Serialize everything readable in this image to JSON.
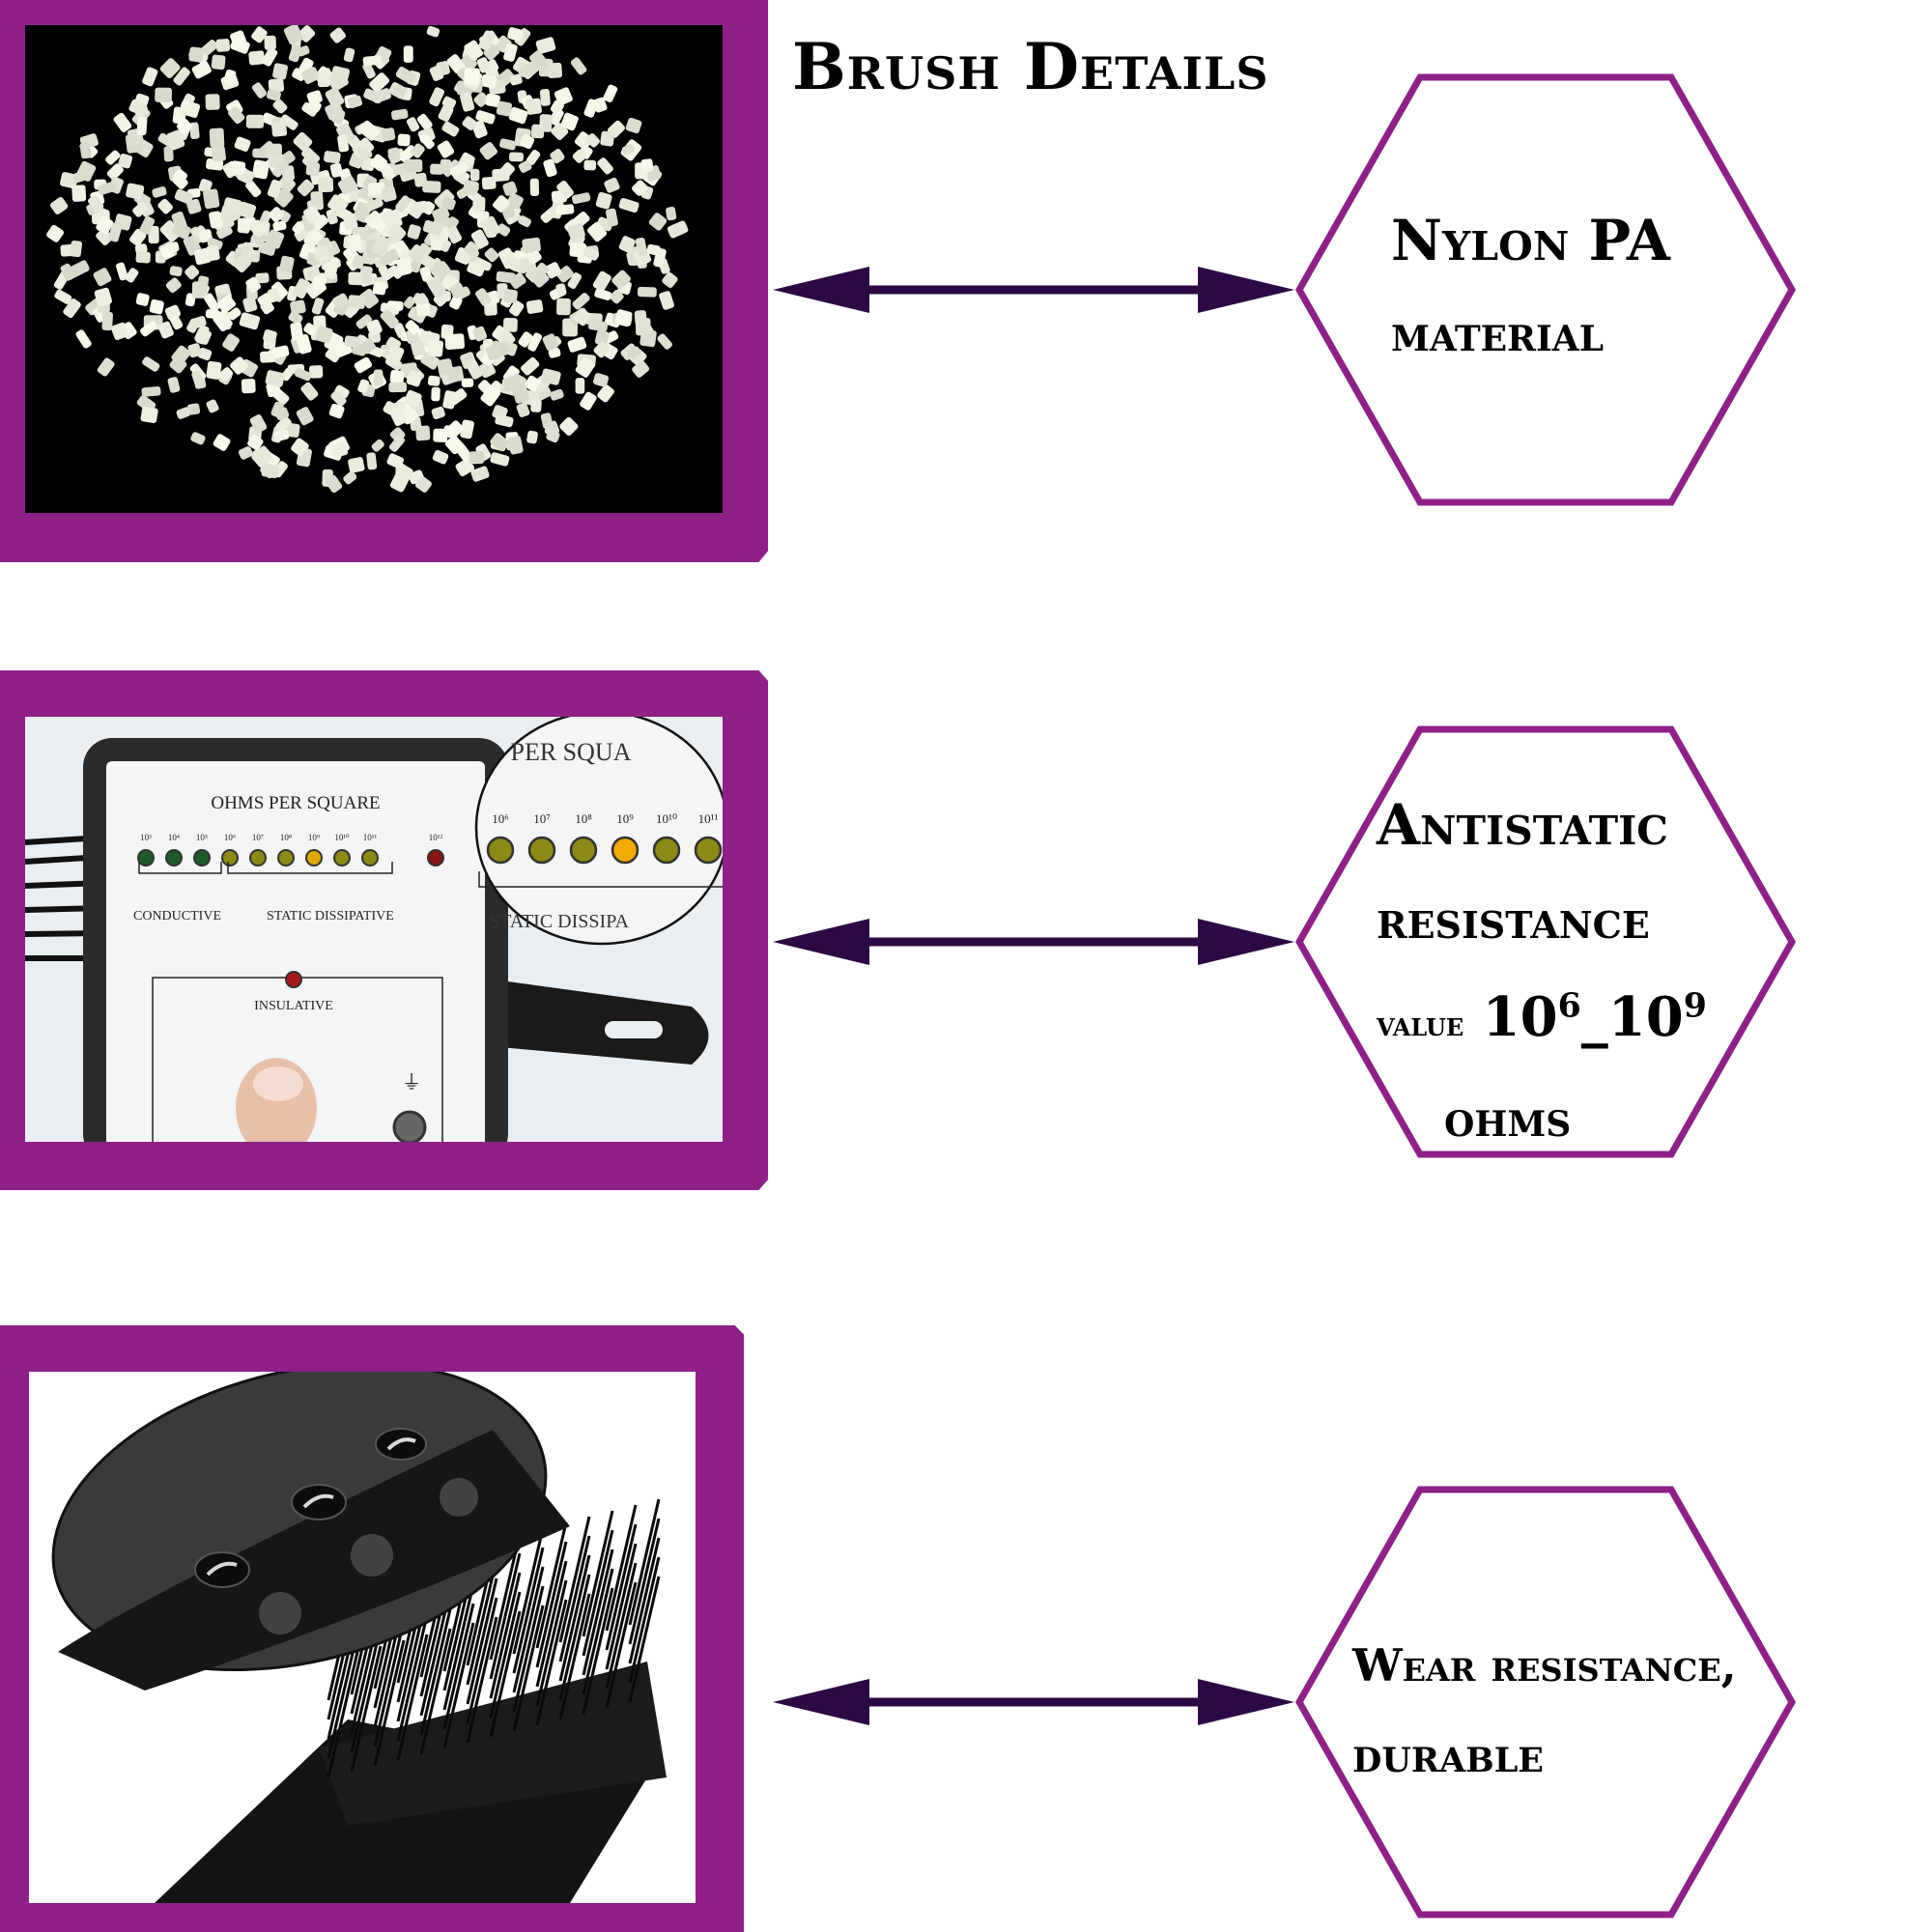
{
  "page": {
    "title": "Brush Details"
  },
  "colors": {
    "frame": "#8e2088",
    "hexagon_stroke": "#8e2088",
    "arrow": "#2c0845",
    "text": "#000000"
  },
  "rows": [
    {
      "photo_subject": "white nylon pellets on black background",
      "label_line1": "Nylon PA",
      "label_line2": "material"
    },
    {
      "photo_subject": "surface resistance tester showing LED scale",
      "tester": {
        "header": "OHMS   PER   SQUARE",
        "scale": [
          "10³",
          "10⁴",
          "10⁵",
          "10⁶",
          "10⁷",
          "10⁸",
          "10⁹",
          "10¹⁰",
          "10¹¹",
          "10¹²"
        ],
        "group_conductive": "CONDUCTIVE",
        "group_dissipative": "STATIC  DISSIPATIVE",
        "insulative": "INSULATIVE",
        "zoom_header": "PER   SQUA",
        "zoom_scale": [
          "10⁶",
          "10⁷",
          "10⁸",
          "10⁹",
          "10¹⁰",
          "10¹¹"
        ],
        "zoom_group": "STATIC  DISSIPA"
      },
      "label_line1": "Antistatic",
      "label_line2": "resistance",
      "label_value_prefix": "value",
      "label_value_base1": "10",
      "label_value_exp1": "6",
      "label_value_sep": "_",
      "label_value_base2": "10",
      "label_value_exp2": "9",
      "label_line4": "ohms"
    },
    {
      "photo_subject": "black anti-static brush with bristles and close-up",
      "label_line1": "Wear resistance,",
      "label_line2": "durable"
    }
  ]
}
